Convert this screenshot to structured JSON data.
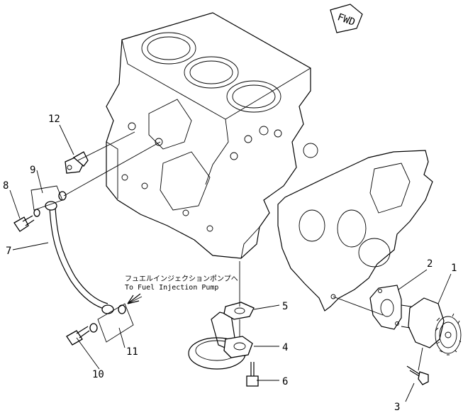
{
  "diagram": {
    "direction_tag": "FWD",
    "note_japanese": "フュエルインジェクションポンプへ",
    "note_english": "To Fuel Injection Pump",
    "callouts": [
      {
        "id": "1",
        "label": "1"
      },
      {
        "id": "2",
        "label": "2"
      },
      {
        "id": "3",
        "label": "3"
      },
      {
        "id": "4",
        "label": "4"
      },
      {
        "id": "5",
        "label": "5"
      },
      {
        "id": "6",
        "label": "6"
      },
      {
        "id": "7",
        "label": "7"
      },
      {
        "id": "8",
        "label": "8"
      },
      {
        "id": "9",
        "label": "9"
      },
      {
        "id": "10",
        "label": "10"
      },
      {
        "id": "11",
        "label": "11"
      },
      {
        "id": "12",
        "label": "12"
      }
    ]
  }
}
